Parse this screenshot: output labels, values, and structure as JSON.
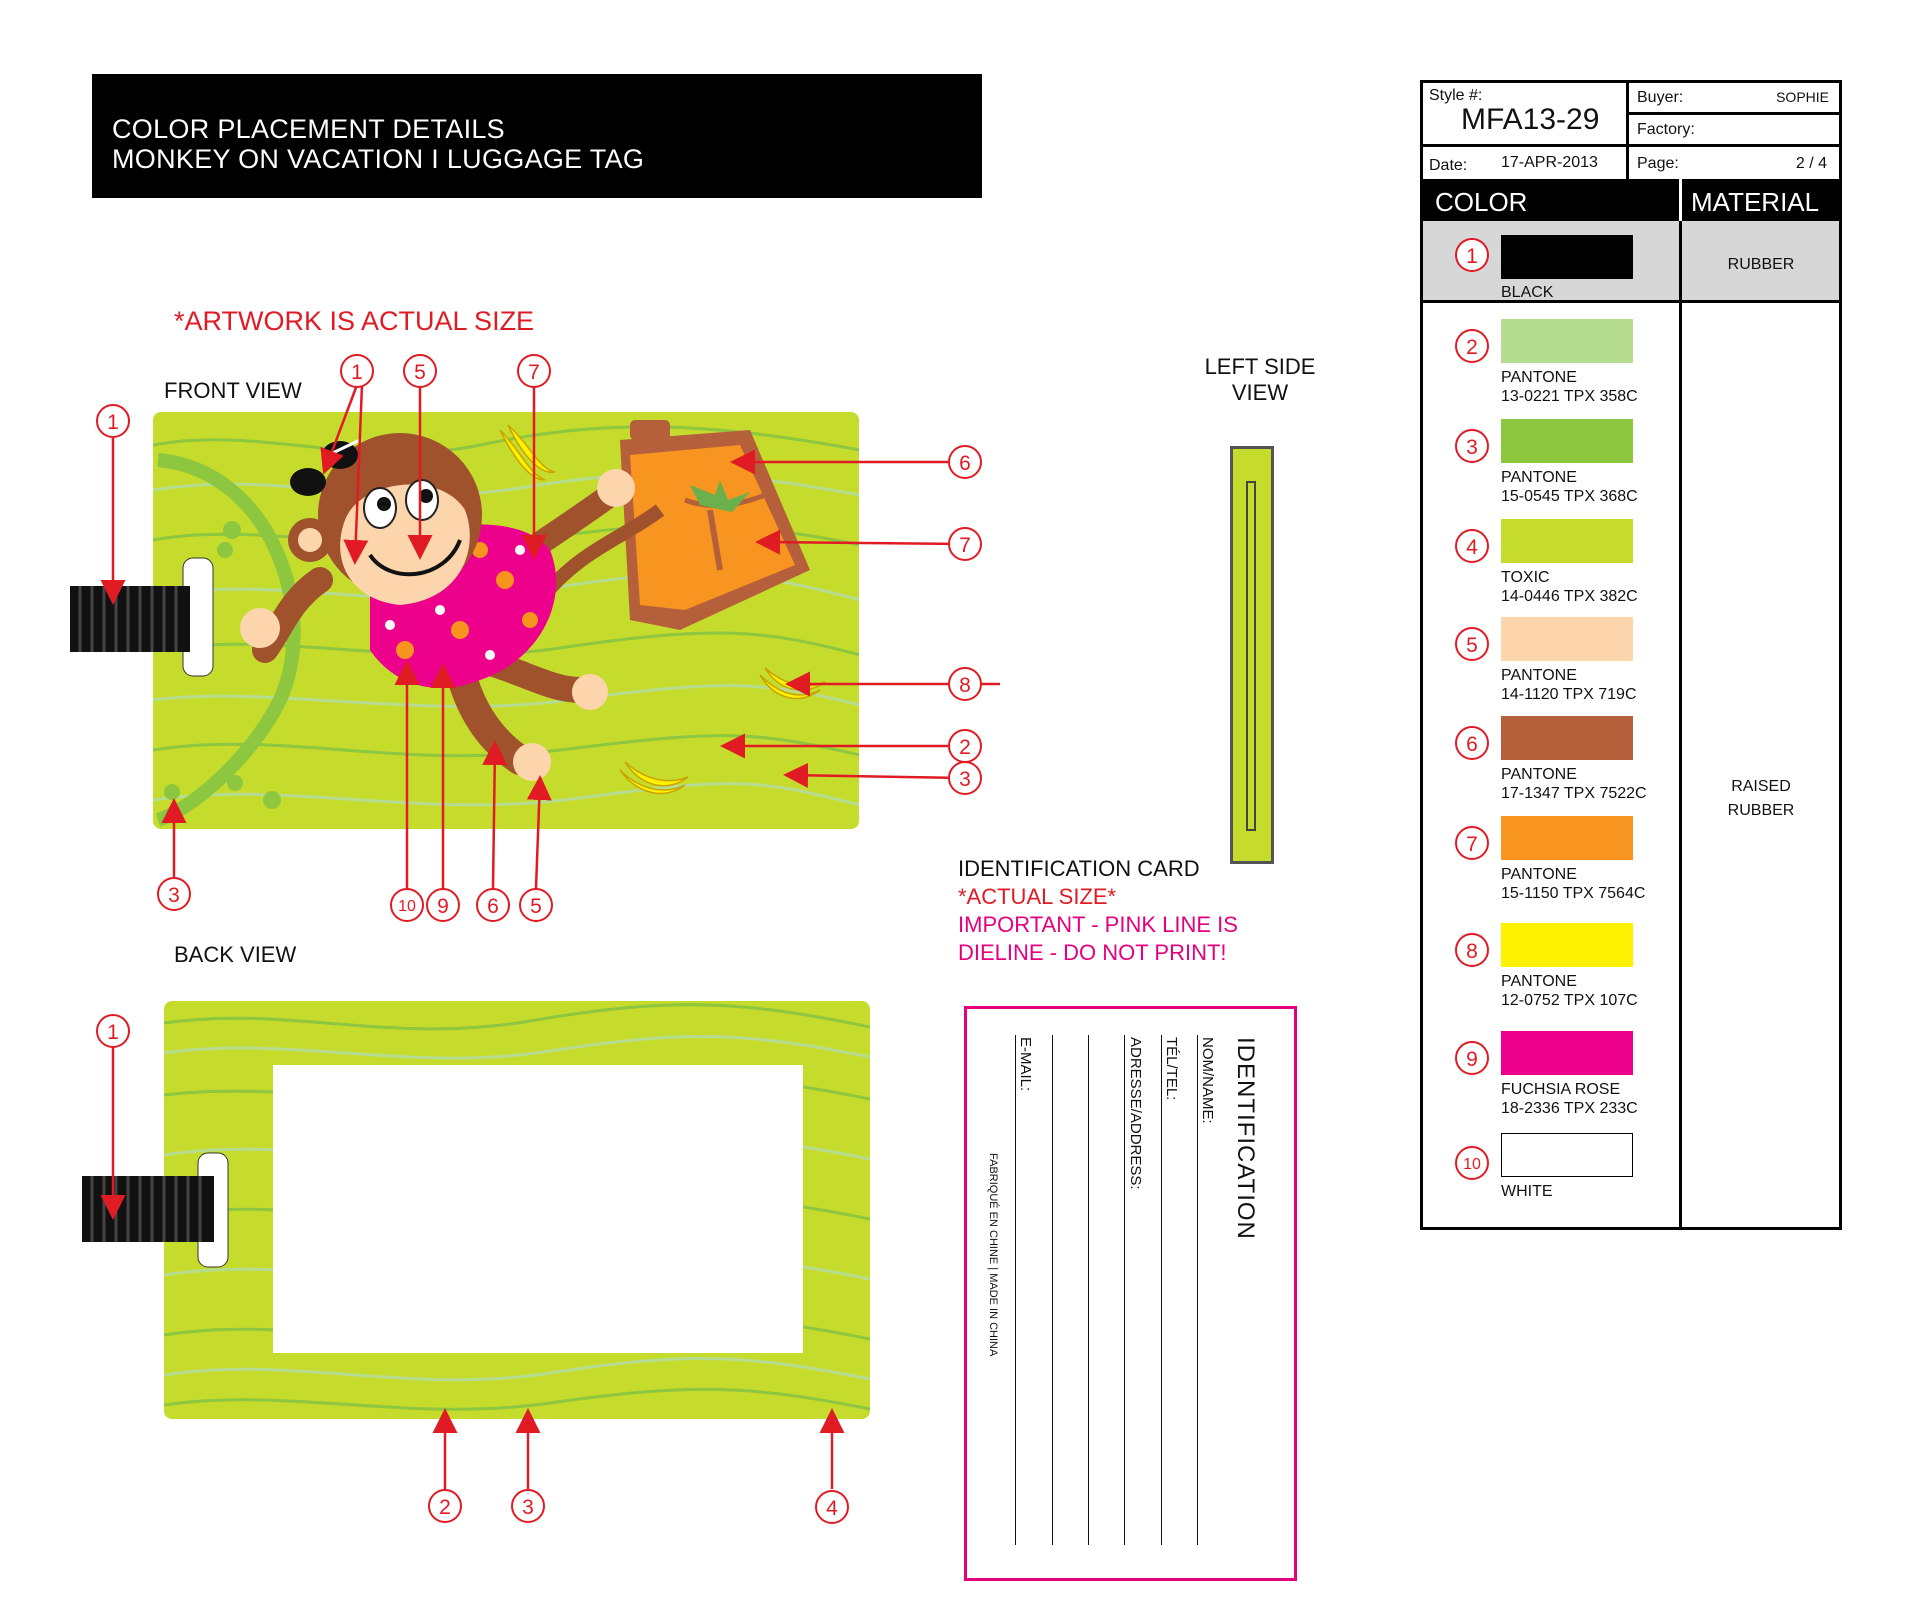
{
  "header": {
    "line1": "COLOR PLACEMENT DETAILS",
    "line2": "MONKEY  ON VACATION I  LUGGAGE TAG"
  },
  "notes": {
    "artwork_actual_size": "*ARTWORK IS ACTUAL SIZE",
    "front_view": "FRONT VIEW",
    "back_view": "BACK VIEW",
    "left_side_view_1": "LEFT SIDE",
    "left_side_view_2": "VIEW",
    "id_card_title": "IDENTIFICATION CARD",
    "id_actual_size": "*ACTUAL SIZE*",
    "id_important_1": "IMPORTANT - PINK LINE IS",
    "id_important_2": "DIELINE - DO NOT PRINT!"
  },
  "spec": {
    "style_label": "Style #:",
    "style_value": "MFA13-29",
    "buyer_label": "Buyer:",
    "buyer_value": "SOPHIE",
    "factory_label": "Factory:",
    "factory_value": "",
    "date_label": "Date:",
    "date_value": "17-APR-2013",
    "page_label": "Page:",
    "page_value": "2 / 4",
    "color_header": "COLOR",
    "material_header": "MATERIAL",
    "material_1": "RUBBER",
    "material_2_line1": "RAISED",
    "material_2_line2": "RUBBER"
  },
  "colors": [
    {
      "num": "1",
      "name1": "BLACK",
      "name2": "",
      "hex": "#000000"
    },
    {
      "num": "2",
      "name1": "PANTONE",
      "name2": "13-0221 TPX 358C",
      "hex": "#b6dd8f"
    },
    {
      "num": "3",
      "name1": "PANTONE",
      "name2": "15-0545 TPX 368C",
      "hex": "#8dc63f"
    },
    {
      "num": "4",
      "name1": "TOXIC",
      "name2": "14-0446 TPX 382C",
      "hex": "#c6dc2d"
    },
    {
      "num": "5",
      "name1": "PANTONE",
      "name2": "14-1120 TPX 719C",
      "hex": "#fdd5ac"
    },
    {
      "num": "6",
      "name1": "PANTONE",
      "name2": "17-1347 TPX 7522C",
      "hex": "#b5603a"
    },
    {
      "num": "7",
      "name1": "PANTONE",
      "name2": "15-1150 TPX 7564C",
      "hex": "#f79520"
    },
    {
      "num": "8",
      "name1": "PANTONE",
      "name2": "12-0752 TPX 107C",
      "hex": "#fff200"
    },
    {
      "num": "9",
      "name1": "FUCHSIA ROSE",
      "name2": "18-2336 TPX 233C",
      "hex": "#ec008c"
    },
    {
      "num": "10",
      "name1": "WHITE",
      "name2": "",
      "hex": "#ffffff"
    }
  ],
  "front_callouts": {
    "c1_top": "1",
    "c5_top": "5",
    "c7_top": "7",
    "c1_left": "1",
    "c3_left": "3",
    "c6_right": "6",
    "c7_right": "7",
    "c8_right": "8",
    "c2_right": "2",
    "c3_right": "3",
    "c10_bottom": "10",
    "c9_bottom": "9",
    "c6_bottom": "6",
    "c5_bottom": "5"
  },
  "back_callouts": {
    "c1": "1",
    "c2": "2",
    "c3": "3",
    "c4": "4"
  },
  "id_card": {
    "title": "IDENTIFICATION",
    "name_label": "NOM/NAME:",
    "tel_label": "TÉL/TEL:",
    "address_label": "ADRESSE/ADDRESS:",
    "email_label": "E-MAIL:",
    "made_in": "FABRIQUÉ EN CHINE | MADE IN CHINA"
  }
}
